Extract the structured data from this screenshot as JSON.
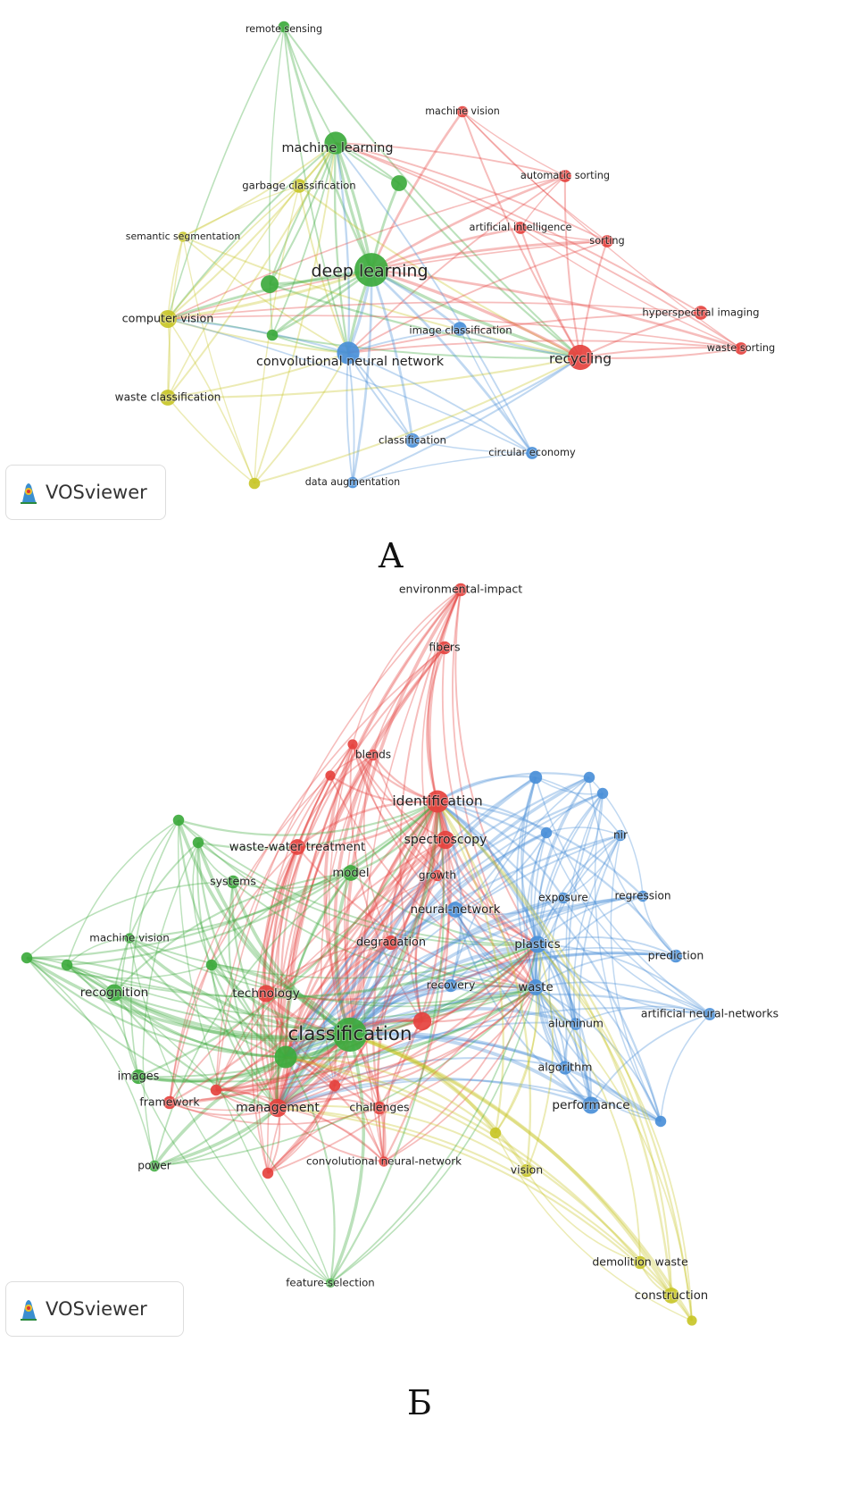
{
  "cluster_colors": {
    "red": "#e5423e",
    "green": "#3daa3d",
    "blue": "#4a8fd8",
    "yellow": "#c8c628"
  },
  "maps": [
    {
      "panel_label": "A",
      "logo_text": "VOSviewer",
      "nodes": [
        {
          "label": "remote sensing",
          "cluster": "green",
          "weight": 1
        },
        {
          "label": "machine vision",
          "cluster": "red",
          "weight": 1
        },
        {
          "label": "machine learning",
          "cluster": "green",
          "weight": 4
        },
        {
          "label": "garbage classification",
          "cluster": "yellow",
          "weight": 1.5
        },
        {
          "label": "",
          "cluster": "green",
          "weight": 2
        },
        {
          "label": "automatic sorting",
          "cluster": "red",
          "weight": 1.2
        },
        {
          "label": "semantic segmentation",
          "cluster": "yellow",
          "weight": 0.8
        },
        {
          "label": "artificial intelligence",
          "cluster": "red",
          "weight": 1.2
        },
        {
          "label": "sorting",
          "cluster": "red",
          "weight": 1.2
        },
        {
          "label": "deep learning",
          "cluster": "green",
          "weight": 9
        },
        {
          "label": "",
          "cluster": "green",
          "weight": 2.5
        },
        {
          "label": "computer vision",
          "cluster": "yellow",
          "weight": 2.5
        },
        {
          "label": "",
          "cluster": "green",
          "weight": 1
        },
        {
          "label": "image classification",
          "cluster": "blue",
          "weight": 1.5
        },
        {
          "label": "convolutional neural network",
          "cluster": "blue",
          "weight": 4
        },
        {
          "label": "hyperspectral imaging",
          "cluster": "red",
          "weight": 1.5
        },
        {
          "label": "recycling",
          "cluster": "red",
          "weight": 5
        },
        {
          "label": "waste sorting",
          "cluster": "red",
          "weight": 1.2
        },
        {
          "label": "waste classification",
          "cluster": "yellow",
          "weight": 2
        },
        {
          "label": "classification",
          "cluster": "blue",
          "weight": 1.6
        },
        {
          "label": "circular economy",
          "cluster": "blue",
          "weight": 1.2
        },
        {
          "label": "",
          "cluster": "yellow",
          "weight": 1
        },
        {
          "label": "data augmentation",
          "cluster": "blue",
          "weight": 1
        }
      ]
    },
    {
      "panel_label": "Б",
      "logo_text": "VOSviewer",
      "nodes": [
        {
          "label": "environmental-impact",
          "cluster": "red",
          "weight": 2
        },
        {
          "label": "fibers",
          "cluster": "red",
          "weight": 2
        },
        {
          "label": "blends",
          "cluster": "red",
          "weight": 1.5
        },
        {
          "label": "",
          "cluster": "red",
          "weight": 1.2
        },
        {
          "label": "",
          "cluster": "red",
          "weight": 1.2
        },
        {
          "label": "identification",
          "cluster": "red",
          "weight": 6
        },
        {
          "label": "spectroscopy",
          "cluster": "red",
          "weight": 4
        },
        {
          "label": "waste-water treatment",
          "cluster": "red",
          "weight": 3
        },
        {
          "label": "",
          "cluster": "green",
          "weight": 1.5
        },
        {
          "label": "",
          "cluster": "green",
          "weight": 1.5
        },
        {
          "label": "systems",
          "cluster": "green",
          "weight": 2
        },
        {
          "label": "model",
          "cluster": "green",
          "weight": 3
        },
        {
          "label": "growth",
          "cluster": "red",
          "weight": 1.5
        },
        {
          "label": "neural-network",
          "cluster": "blue",
          "weight": 3
        },
        {
          "label": "exposure",
          "cluster": "blue",
          "weight": 1.5
        },
        {
          "label": "regression",
          "cluster": "blue",
          "weight": 1.5
        },
        {
          "label": "nir",
          "cluster": "blue",
          "weight": 1.5
        },
        {
          "label": "",
          "cluster": "blue",
          "weight": 2
        },
        {
          "label": "",
          "cluster": "blue",
          "weight": 1.5
        },
        {
          "label": "",
          "cluster": "blue",
          "weight": 1.5
        },
        {
          "label": "",
          "cluster": "blue",
          "weight": 1.5
        },
        {
          "label": "machine vision",
          "cluster": "green",
          "weight": 1.2
        },
        {
          "label": "degradation",
          "cluster": "red",
          "weight": 2.5
        },
        {
          "label": "plastics",
          "cluster": "blue",
          "weight": 3.5
        },
        {
          "label": "prediction",
          "cluster": "blue",
          "weight": 2
        },
        {
          "label": "recognition",
          "cluster": "green",
          "weight": 3.5
        },
        {
          "label": "technology",
          "cluster": "red",
          "weight": 3.5
        },
        {
          "label": "recovery",
          "cluster": "blue",
          "weight": 2
        },
        {
          "label": "waste",
          "cluster": "blue",
          "weight": 3
        },
        {
          "label": "classification",
          "cluster": "green",
          "weight": 14
        },
        {
          "label": "",
          "cluster": "red",
          "weight": 4
        },
        {
          "label": "artificial neural-networks",
          "cluster": "blue",
          "weight": 1.8
        },
        {
          "label": "aluminum",
          "cluster": "blue",
          "weight": 1.8
        },
        {
          "label": "images",
          "cluster": "green",
          "weight": 2.5
        },
        {
          "label": "algorithm",
          "cluster": "blue",
          "weight": 2.2
        },
        {
          "label": "framework",
          "cluster": "red",
          "weight": 2
        },
        {
          "label": "management",
          "cluster": "red",
          "weight": 4
        },
        {
          "label": "challenges",
          "cluster": "red",
          "weight": 2
        },
        {
          "label": "performance",
          "cluster": "blue",
          "weight": 3.5
        },
        {
          "label": "convolutional neural-network",
          "cluster": "red",
          "weight": 1.2
        },
        {
          "label": "power",
          "cluster": "green",
          "weight": 1.5
        },
        {
          "label": "vision",
          "cluster": "yellow",
          "weight": 2
        },
        {
          "label": "",
          "cluster": "yellow",
          "weight": 1.5
        },
        {
          "label": "demolition waste",
          "cluster": "yellow",
          "weight": 2
        },
        {
          "label": "construction",
          "cluster": "yellow",
          "weight": 3
        },
        {
          "label": "feature-selection",
          "cluster": "green",
          "weight": 1
        },
        {
          "label": "",
          "cluster": "green",
          "weight": 6
        },
        {
          "label": "",
          "cluster": "green",
          "weight": 1.5
        },
        {
          "label": "",
          "cluster": "green",
          "weight": 1.5
        },
        {
          "label": "",
          "cluster": "green",
          "weight": 1.5
        },
        {
          "label": "",
          "cluster": "red",
          "weight": 1.5
        },
        {
          "label": "",
          "cluster": "red",
          "weight": 1.5
        },
        {
          "label": "",
          "cluster": "red",
          "weight": 1.5
        },
        {
          "label": "",
          "cluster": "blue",
          "weight": 1.5
        },
        {
          "label": "",
          "cluster": "yellow",
          "weight": 1.2
        }
      ]
    }
  ]
}
